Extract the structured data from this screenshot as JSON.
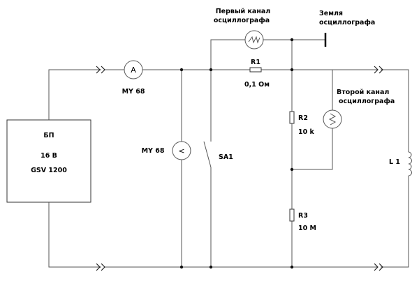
{
  "power_supply": {
    "line1": "БП",
    "line2": "16 В",
    "line3": "GSV 1200"
  },
  "ammeter": {
    "symbol": "A",
    "label": "MY 68"
  },
  "voltmeter": {
    "symbol": "<",
    "label": "MY 68"
  },
  "switch": {
    "label": "SA1"
  },
  "r1": {
    "name": "R1",
    "value": "0,1 Ом"
  },
  "r2": {
    "name": "R2",
    "value": "10 k"
  },
  "r3": {
    "name": "R3",
    "value": "10 M"
  },
  "inductor": {
    "label": "L 1"
  },
  "osc_ch1": {
    "line1": "Первый канал",
    "line2": "осциллографа"
  },
  "osc_ground": {
    "line1": "Земля",
    "line2": "осциллографа"
  },
  "osc_ch2": {
    "line1": "Второй канал",
    "line2": "осциллографа"
  }
}
